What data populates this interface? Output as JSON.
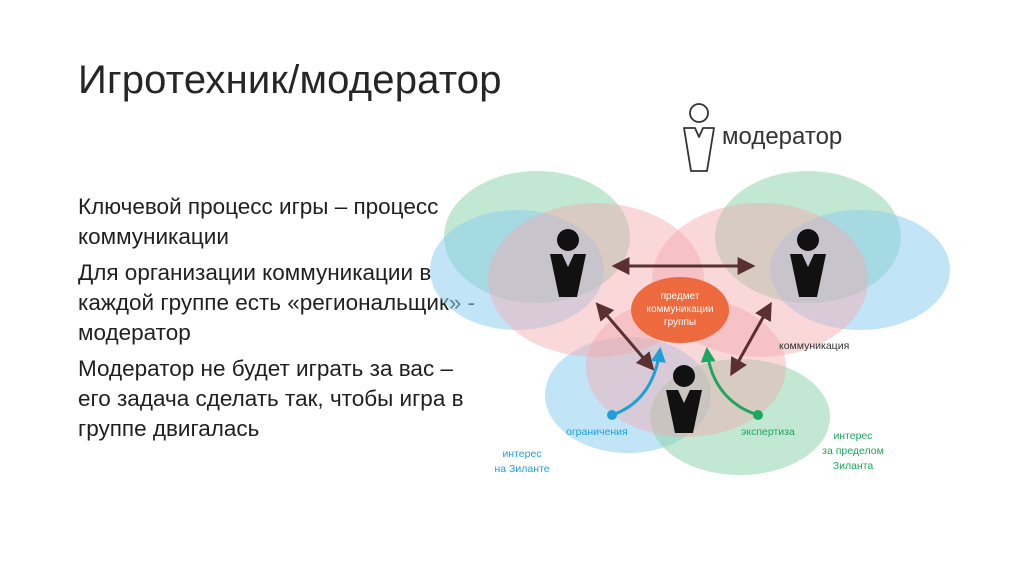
{
  "slide": {
    "title": "Игротехник/модератор",
    "bullets": [
      "Ключевой процесс игры – процесс коммуникации",
      "Для организации коммуникации в каждой группе есть «региональщик» - модератор",
      "Модератор не будет играть за вас – его задача сделать так, чтобы игра в группе двигалась"
    ]
  },
  "diagram": {
    "legend_label": "модератор",
    "center_label": [
      "предмет",
      "коммуникации",
      "группы"
    ],
    "communication_label": "коммуникация",
    "limits_label": "ограничения",
    "expertise_label": "экспертиза",
    "interest_inside": [
      "интерес",
      "на Зиланте"
    ],
    "interest_outside": [
      "интерес",
      "за пределом",
      "Зиланта"
    ],
    "colors": {
      "green": "#8fd3ad",
      "blue": "#8ecff0",
      "pink": "#f3a8ae",
      "center": "#ed6a3f",
      "person": "#111111",
      "arrow": "#5a3030",
      "limits": "#1f9fd8",
      "expertise": "#1ea55f"
    }
  }
}
